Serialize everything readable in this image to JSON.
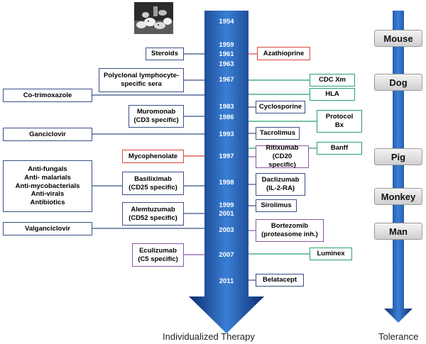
{
  "years": [
    "1954",
    "1959",
    "1961",
    "1963",
    "1967",
    "1983",
    "1986",
    "1993",
    "1997",
    "1998",
    "1999",
    "2001",
    "2003",
    "2007",
    "2011"
  ],
  "left_boxes": [
    {
      "text": "Steroids",
      "color": "blue"
    },
    {
      "text": "Polyclonal lymphocyte-\nspecific sera",
      "color": "blue"
    },
    {
      "text": "Co-trimoxazole",
      "color": "blue"
    },
    {
      "text": "Muromonab\n(CD3 specific)",
      "color": "blue"
    },
    {
      "text": "Ganciclovir",
      "color": "blue"
    },
    {
      "text": "Mycophenolate",
      "color": "red"
    },
    {
      "text": "Anti-fungals\nAnti- malarials\nAnti-mycobacterials\nAnti-virals\nAntibiotics",
      "color": "blue"
    },
    {
      "text": "Basiliximab\n(CD25 specific)",
      "color": "blue"
    },
    {
      "text": "Alemtuzumab\n(CD52 specific)",
      "color": "blue"
    },
    {
      "text": "Valganciclovir",
      "color": "blue"
    },
    {
      "text": "Eculizumab\n(C5 specific)",
      "color": "purple"
    }
  ],
  "right_boxes": [
    {
      "text": "Azathioprine",
      "color": "red"
    },
    {
      "text": "CDC Xm",
      "color": "green"
    },
    {
      "text": "HLA",
      "color": "green"
    },
    {
      "text": "Cyclosporine",
      "color": "blue"
    },
    {
      "text": "Protocol\nBx",
      "color": "green"
    },
    {
      "text": "Tacrolimus",
      "color": "blue"
    },
    {
      "text": "Banff",
      "color": "green"
    },
    {
      "text": "Ritixumab\n(CD20 specific)",
      "color": "purple"
    },
    {
      "text": "Daclizumab\n(IL-2-RA)",
      "color": "blue"
    },
    {
      "text": "Sirolimus",
      "color": "blue"
    },
    {
      "text": "Bortezomib\n(proteasome inh.)",
      "color": "purple"
    },
    {
      "text": "Luminex",
      "color": "green"
    },
    {
      "text": "Belatacept",
      "color": "blue"
    }
  ],
  "tolerance_labels": [
    "Mouse",
    "Dog",
    "Pig",
    "Monkey",
    "Man"
  ],
  "captions": {
    "timeline": "Individualized Therapy",
    "tolerance": "Tolerance"
  },
  "colors": {
    "timeline_arrow_light": "#3a7fd5",
    "timeline_arrow_dark": "#0d2c6e",
    "box_border_blue": "#3a4f86",
    "box_border_red": "#d6453f",
    "box_border_green": "#27a06a",
    "box_border_purple": "#8a55a8"
  },
  "photo": {
    "description_icon": "lab-mice-photo"
  }
}
